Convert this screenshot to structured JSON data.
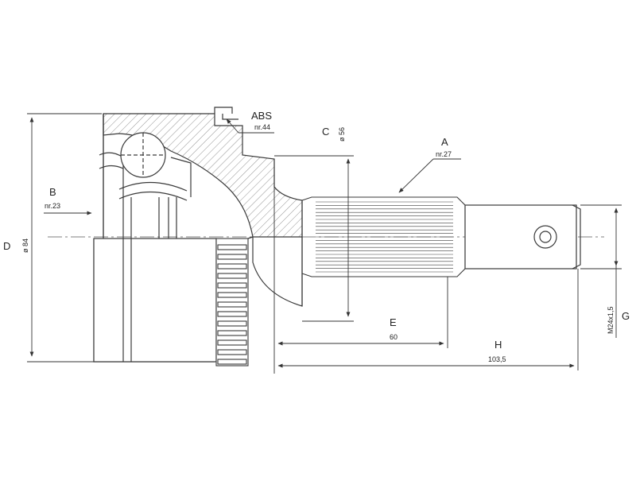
{
  "labels": {
    "abs": "ABS",
    "abs_nr": "nr.44",
    "a": "A",
    "a_nr": "nr.27",
    "b": "B",
    "b_nr": "nr.23",
    "c": "C",
    "c_dim": "ø 56",
    "d": "D",
    "d_dim": "ø 84",
    "e": "E",
    "e_dim": "60",
    "h": "H",
    "h_dim": "103,5",
    "g": "G",
    "g_dim": "M24x1,5"
  },
  "colors": {
    "line": "#3a3a3a",
    "hatch": "#6a6a6a",
    "text": "#222222"
  }
}
